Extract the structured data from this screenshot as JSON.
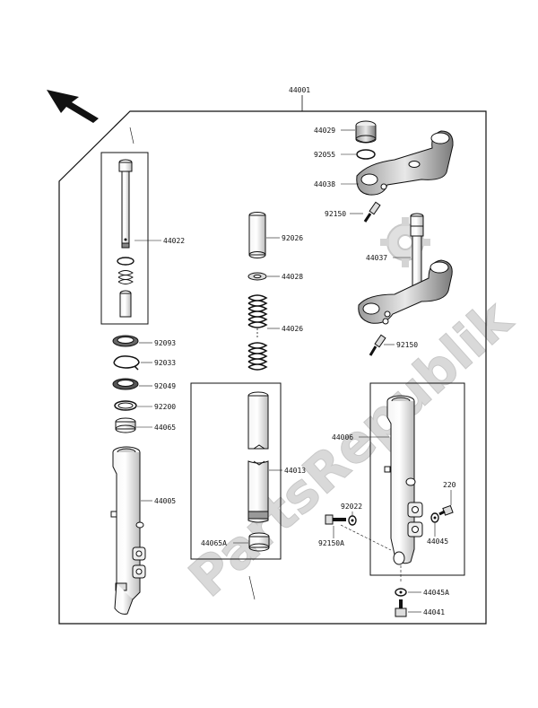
{
  "diagram": {
    "assembly_label": "44001",
    "labels": {
      "p44029": "44029",
      "p92055": "92055",
      "p44038": "44038",
      "p92150_top": "92150",
      "p44037": "44037",
      "p92150_mid": "92150",
      "p44022": "44022",
      "p92026": "92026",
      "p44028": "44028",
      "p44026": "44026",
      "p92093": "92093",
      "p92033": "92033",
      "p92049": "92049",
      "p92200": "92200",
      "p44065": "44065",
      "p44005": "44005",
      "p44013": "44013",
      "p44065A": "44065A",
      "p44006": "44006",
      "p92022": "92022",
      "p92150A": "92150A",
      "p220": "220",
      "p44045": "44045",
      "p44045A": "44045A",
      "p44041": "44041"
    },
    "watermark": "PartsRepublik",
    "icons": {
      "front_arrow": "direction-arrow-icon",
      "watermark_gear": "gear-icon"
    }
  }
}
